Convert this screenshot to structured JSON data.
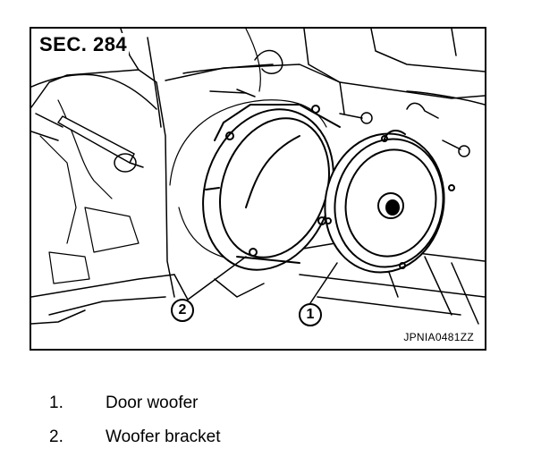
{
  "figure": {
    "section_code": "SEC. 284",
    "figure_id": "JPNIA0481ZZ",
    "callouts": [
      "1",
      "2"
    ]
  },
  "legend": [
    {
      "number": "1.",
      "label": "Door woofer"
    },
    {
      "number": "2.",
      "label": "Woofer bracket"
    }
  ]
}
